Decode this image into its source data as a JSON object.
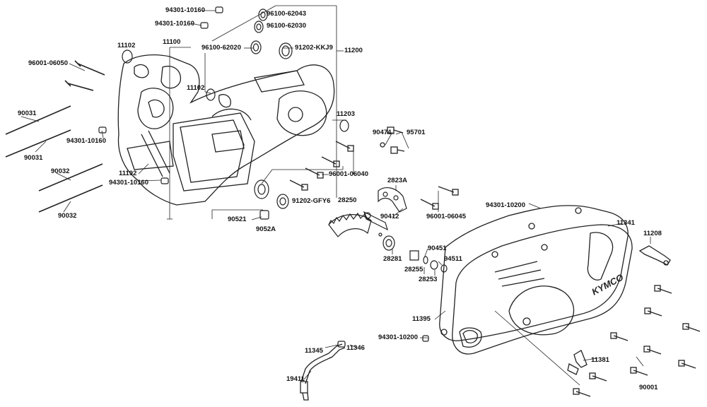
{
  "parts": {
    "p94301_10160_a": "94301-10160",
    "p94301_10160_b": "94301-10160",
    "p94301_10160_c": "94301-10160",
    "p94301_10160_d": "94301-10160",
    "p96100_62043": "96100-62043",
    "p96100_62030": "96100-62030",
    "p96100_62020": "96100-62020",
    "p91202_KKJ9": "91202-KKJ9",
    "p11200": "11200",
    "p11102_a": "11102",
    "p11100": "11100",
    "p96001_06050": "96001-06050",
    "p11102_b": "11102",
    "p11203": "11203",
    "p90031_a": "90031",
    "p90031_b": "90031",
    "p90032_a": "90032",
    "p90032_b": "90032",
    "p11192": "11192",
    "p90474": "90474",
    "p95701": "95701",
    "p96001_06040": "96001-06040",
    "p2823A": "2823A",
    "p28250": "28250",
    "p91202_GFY6": "91202-GFY6",
    "p90521": "90521",
    "p9052A": "9052A",
    "p90412": "90412",
    "p96001_06045": "96001-06045",
    "p94301_10200_a": "94301-10200",
    "p11341": "11341",
    "p11208": "11208",
    "p28281": "28281",
    "p90451": "90451",
    "p94511": "94511",
    "p28255": "28255",
    "p28253": "28253",
    "p11395": "11395",
    "p94301_10200_b": "94301-10200",
    "p11345": "11345",
    "p11346": "11346",
    "p11381": "11381",
    "p19411": "19411",
    "p90001": "90001"
  },
  "cover_logo": "KYMCO"
}
